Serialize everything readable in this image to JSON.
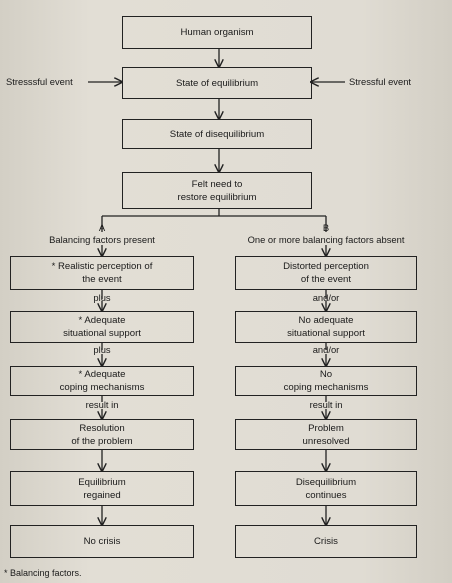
{
  "top": {
    "organism": "Human organism",
    "equilibrium": "State of equilibrium",
    "disequilibrium": "State of disequilibrium",
    "felt_need": "Felt need to\nrestore equilibrium",
    "stress_left": "Stresssful event",
    "stress_right": "Stressful event"
  },
  "branch_a": {
    "letter": "A",
    "heading": "Balancing factors present",
    "box1": "* Realistic perception of\nthe event",
    "conn1": "plus",
    "box2": "* Adequate\nsituational support",
    "conn2": "plus",
    "box3": "* Adequate\ncoping mechanisms",
    "conn3": "result in",
    "box4": "Resolution\nof the problem",
    "box5": "Equilibrium\nregained",
    "box6": "No crisis"
  },
  "branch_b": {
    "letter": "B",
    "heading": "One or more balancing factors absent",
    "box1": "Distorted perception\nof the event",
    "conn1": "and/or",
    "box2": "No adequate\nsituational support",
    "conn2": "and/or",
    "box3": "No\ncoping mechanisms",
    "conn3": "result in",
    "box4": "Problem\nunresolved",
    "box5": "Disequilibrium\ncontinues",
    "box6": "Crisis"
  },
  "footnote": "* Balancing factors."
}
